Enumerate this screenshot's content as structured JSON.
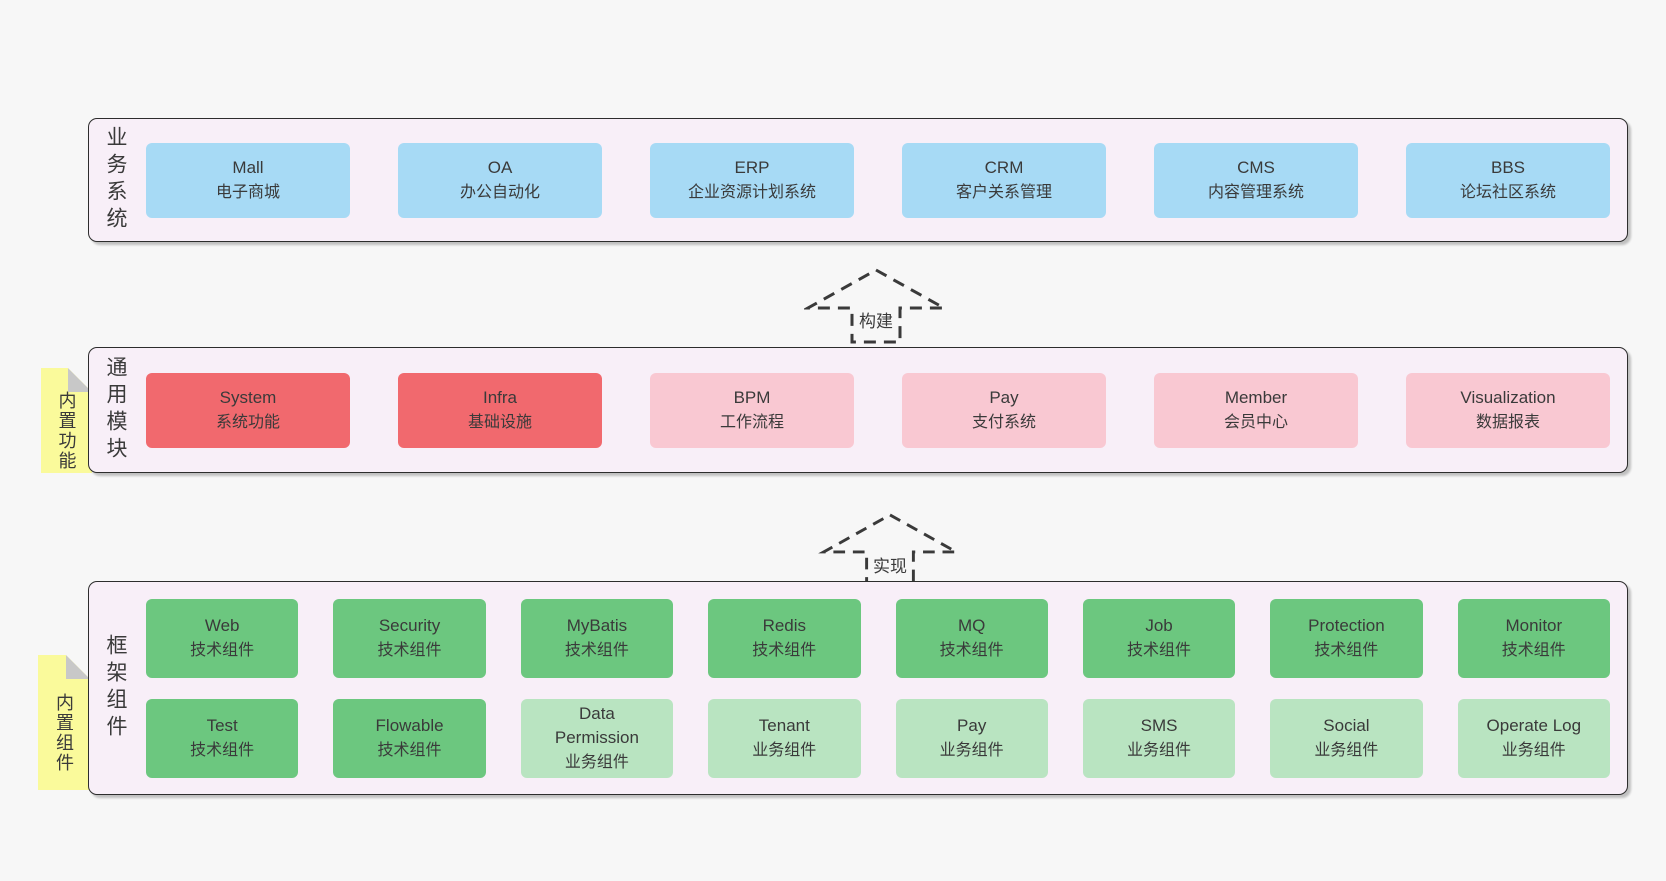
{
  "colors": {
    "page-bg": "#f7f7f7",
    "layer-bg": "#f8eff8",
    "layer-border": "#2d2d2d",
    "box-blue": "#a7daf5",
    "box-red": "#f1696e",
    "box-pink": "#f9c8d2",
    "box-green": "#6cc77f",
    "box-light-green": "#b9e4c1",
    "sticky-yellow": "#fafa9b",
    "sticky-fold": "#c8c8c8",
    "text": "#3a3a3a"
  },
  "layers": [
    {
      "label": "业务系统",
      "rows": [
        [
          {
            "en": "Mall",
            "zh": "电子商城",
            "variant": "blue"
          },
          {
            "en": "OA",
            "zh": "办公自动化",
            "variant": "blue"
          },
          {
            "en": "ERP",
            "zh": "企业资源计划系统",
            "variant": "blue"
          },
          {
            "en": "CRM",
            "zh": "客户关系管理",
            "variant": "blue"
          },
          {
            "en": "CMS",
            "zh": "内容管理系统",
            "variant": "blue"
          },
          {
            "en": "BBS",
            "zh": "论坛社区系统",
            "variant": "blue"
          }
        ]
      ]
    },
    {
      "label": "通用模块",
      "sticky": "内置功能",
      "rows": [
        [
          {
            "en": "System",
            "zh": "系统功能",
            "variant": "red"
          },
          {
            "en": "Infra",
            "zh": "基础设施",
            "variant": "red"
          },
          {
            "en": "BPM",
            "zh": "工作流程",
            "variant": "pink"
          },
          {
            "en": "Pay",
            "zh": "支付系统",
            "variant": "pink"
          },
          {
            "en": "Member",
            "zh": "会员中心",
            "variant": "pink"
          },
          {
            "en": "Visualization",
            "zh": "数据报表",
            "variant": "pink"
          }
        ]
      ]
    },
    {
      "label": "框架组件",
      "sticky": "内置组件",
      "rows": [
        [
          {
            "en": "Web",
            "zh": "技术组件",
            "variant": "green"
          },
          {
            "en": "Security",
            "zh": "技术组件",
            "variant": "green"
          },
          {
            "en": "MyBatis",
            "zh": "技术组件",
            "variant": "green"
          },
          {
            "en": "Redis",
            "zh": "技术组件",
            "variant": "green"
          },
          {
            "en": "MQ",
            "zh": "技术组件",
            "variant": "green"
          },
          {
            "en": "Job",
            "zh": "技术组件",
            "variant": "green"
          },
          {
            "en": "Protection",
            "zh": "技术组件",
            "variant": "green"
          },
          {
            "en": "Monitor",
            "zh": "技术组件",
            "variant": "green"
          }
        ],
        [
          {
            "en": "Test",
            "zh": "技术组件",
            "variant": "green"
          },
          {
            "en": "Flowable",
            "zh": "技术组件",
            "variant": "green"
          },
          {
            "en": "Data\nPermission",
            "zh": "业务组件",
            "variant": "light-green"
          },
          {
            "en": "Tenant",
            "zh": "业务组件",
            "variant": "light-green"
          },
          {
            "en": "Pay",
            "zh": "业务组件",
            "variant": "light-green"
          },
          {
            "en": "SMS",
            "zh": "业务组件",
            "variant": "light-green"
          },
          {
            "en": "Social",
            "zh": "业务组件",
            "variant": "light-green"
          },
          {
            "en": "Operate Log",
            "zh": "业务组件",
            "variant": "light-green"
          }
        ]
      ]
    }
  ],
  "arrows": [
    {
      "label": "构建"
    },
    {
      "label": "实现"
    }
  ]
}
